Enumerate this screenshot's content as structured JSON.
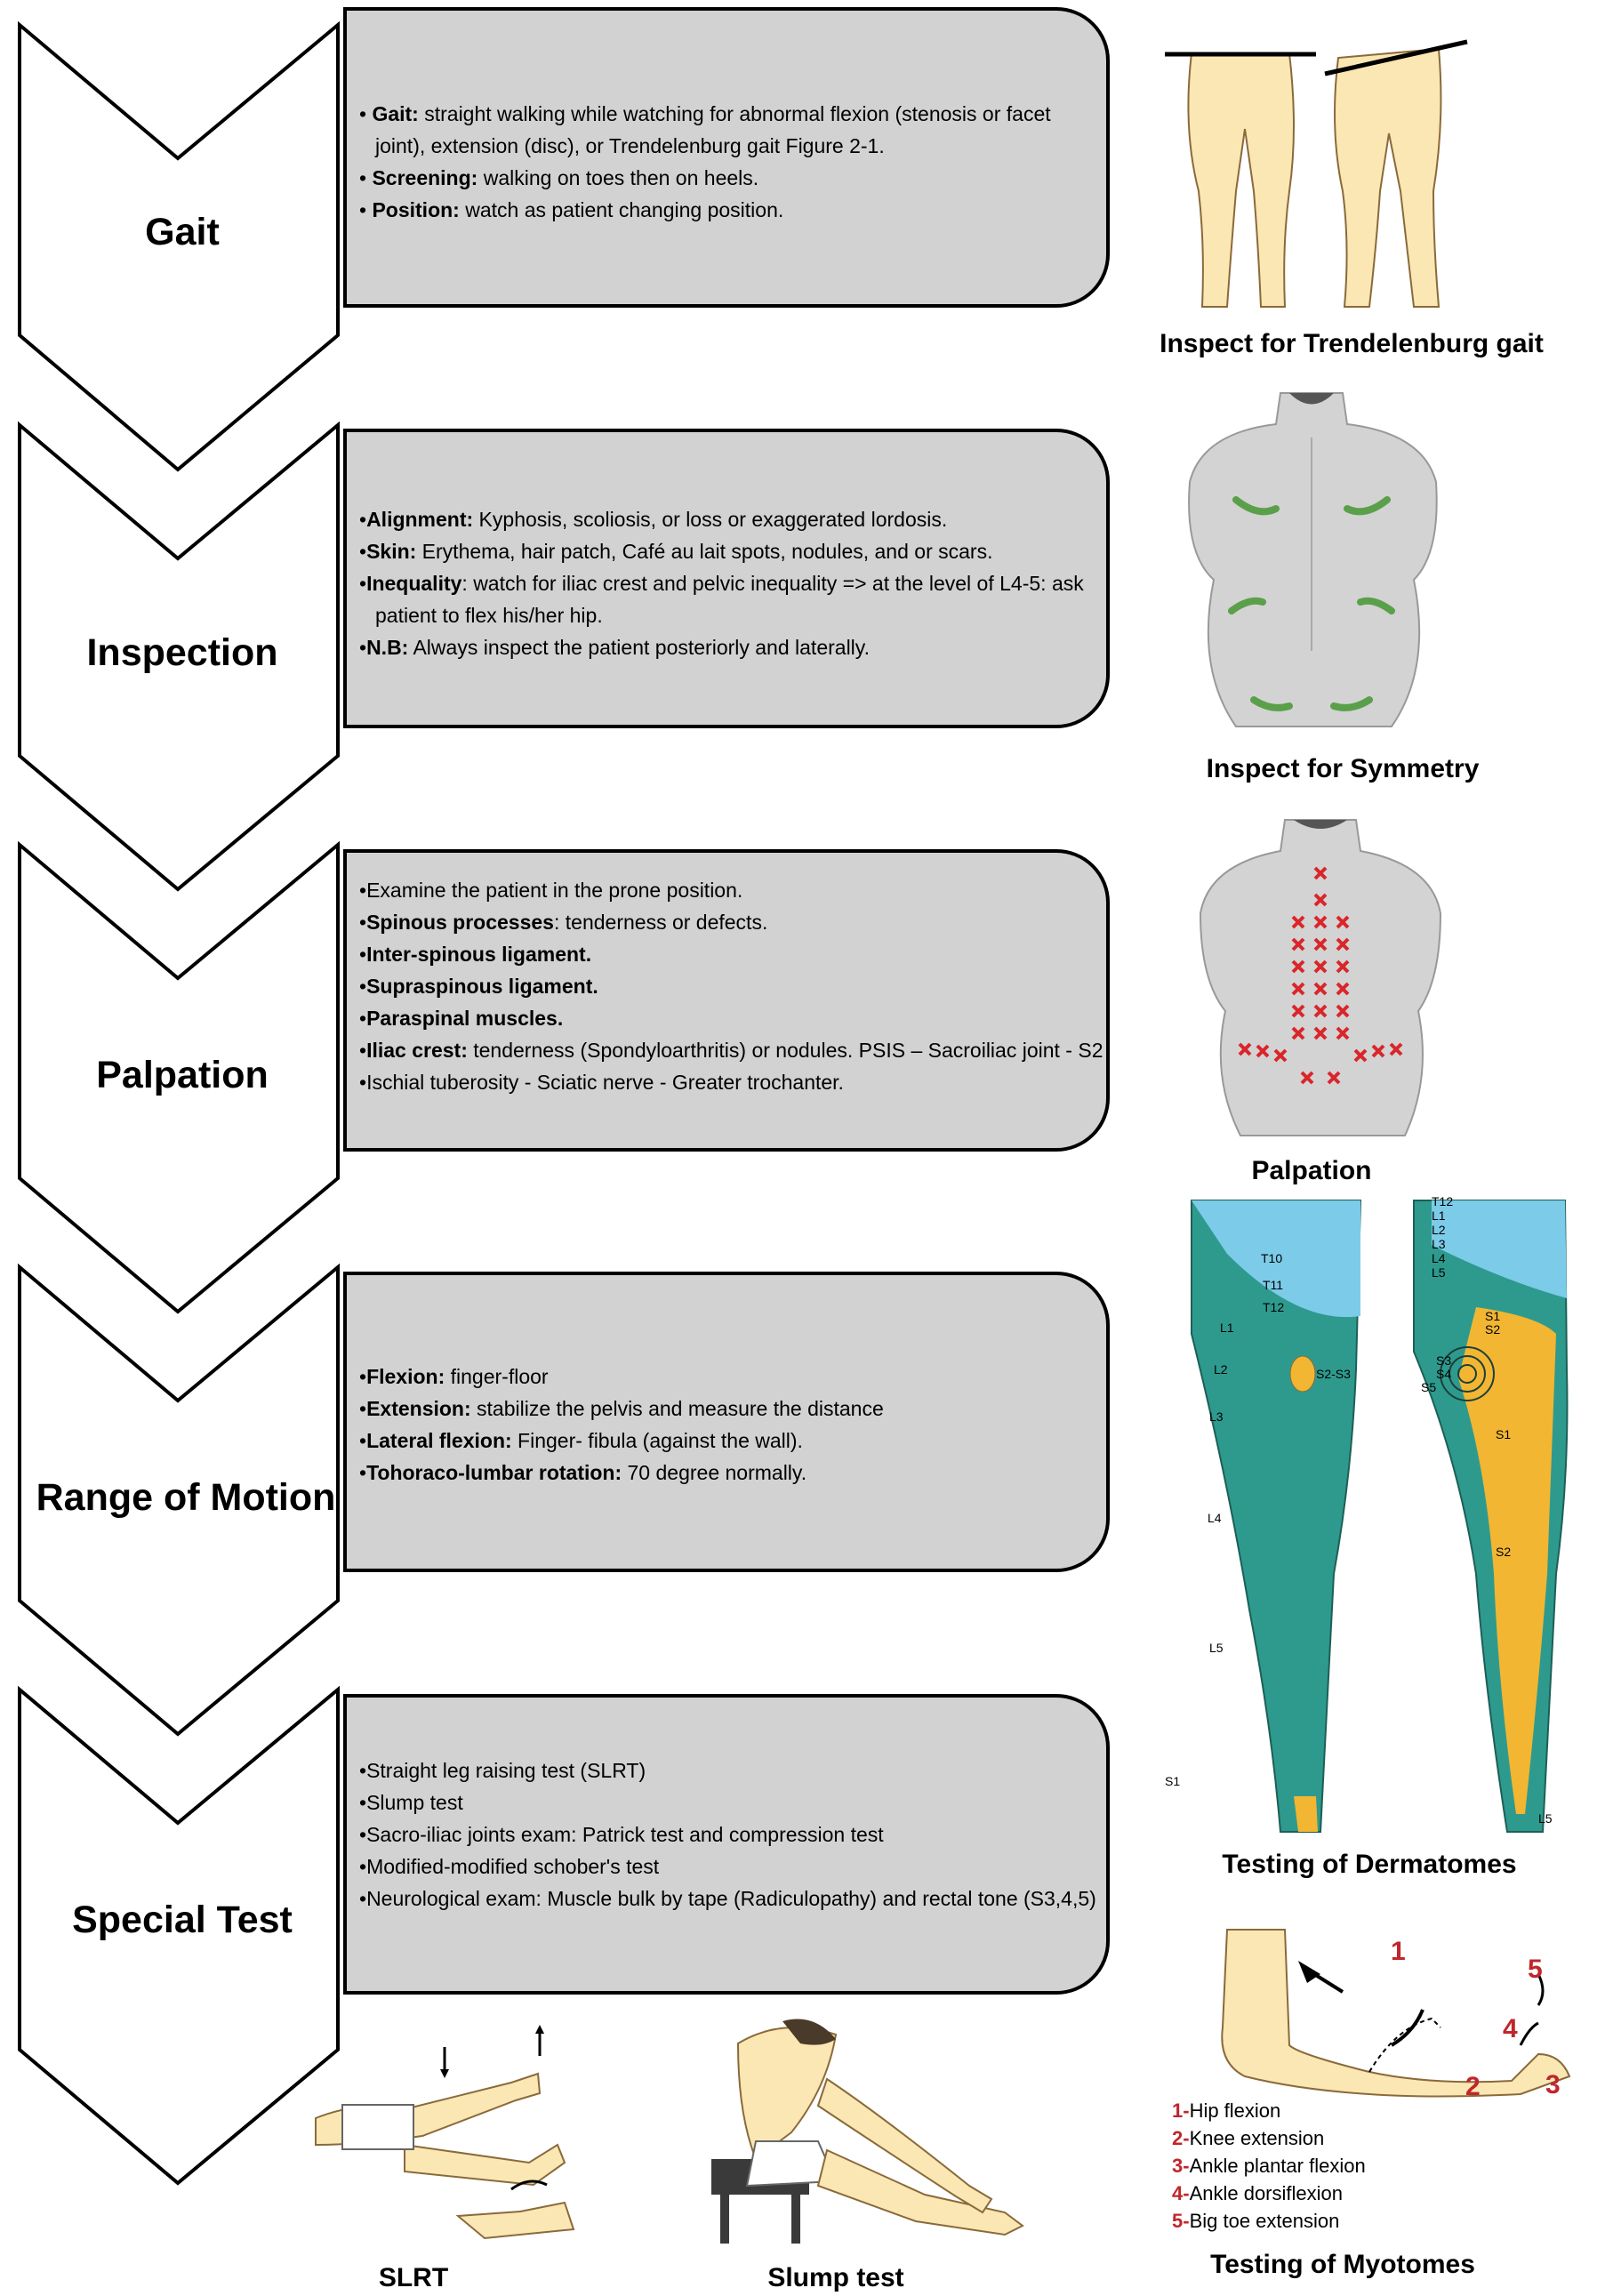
{
  "stages": [
    {
      "title": "Gait",
      "items": [
        {
          "bullet": "• ",
          "label": "Gait:",
          "text": " straight walking while watching for abnormal flexion (stenosis or facet joint), extension (disc), or Trendelenburg gait Figure 2-1."
        },
        {
          "bullet": "• ",
          "label": "Screening:",
          "text": "  walking on toes then on heels."
        },
        {
          "bullet": "• ",
          "label": "Position:",
          "text": " watch as patient changing position."
        }
      ]
    },
    {
      "title": "Inspection",
      "items": [
        {
          "bullet": "•",
          "label": "Alignment:",
          "text": " Kyphosis, scoliosis, or loss or exaggerated lordosis."
        },
        {
          "bullet": "•",
          "label": "Skin:",
          "text": " Erythema, hair patch, Café au lait spots, nodules, and or scars."
        },
        {
          "bullet": "•",
          "label": "Inequality",
          "text": ": watch for iliac crest and pelvic inequality => at the level of L4-5: ask patient to flex his/her hip."
        },
        {
          "bullet": "•",
          "label": "N.B:",
          "text": " Always inspect the patient posteriorly and laterally."
        }
      ]
    },
    {
      "title": "Palpation",
      "items": [
        {
          "bullet": "•",
          "label": "",
          "text": "Examine the patient in the prone position."
        },
        {
          "bullet": "•",
          "label": "Spinous processes",
          "text": ": tenderness or defects."
        },
        {
          "bullet": "•",
          "label": "Inter-spinous ligament.",
          "text": ""
        },
        {
          "bullet": "•",
          "label": "Supraspinous ligament.",
          "text": ""
        },
        {
          "bullet": "•",
          "label": "Paraspinal muscles.",
          "text": ""
        },
        {
          "bullet": "•",
          "label": "Iliac crest:",
          "text": " tenderness (Spondyloarthritis) or nodules. PSIS – Sacroiliac joint - S2"
        },
        {
          "bullet": "•",
          "label": "",
          "text": "Ischial tuberosity - Sciatic nerve - Greater trochanter."
        }
      ]
    },
    {
      "title": "Range of Motion",
      "items": [
        {
          "bullet": "•",
          "label": "Flexion:",
          "text": " finger-floor"
        },
        {
          "bullet": "•",
          "label": "Extension:",
          "text": " stabilize the pelvis and measure the distance"
        },
        {
          "bullet": "•",
          "label": "Lateral flexion:",
          "text": " Finger- fibula (against the wall)."
        },
        {
          "bullet": "•",
          "label": "Tohoraco-lumbar rotation:",
          "text": " 70 degree normally."
        }
      ]
    },
    {
      "title": "Special Test",
      "items": [
        {
          "bullet": "•",
          "label": "",
          "text": "Straight leg raising test (SLRT)"
        },
        {
          "bullet": "•",
          "label": "",
          "text": "Slump test"
        },
        {
          "bullet": "•",
          "label": "",
          "text": "Sacro-iliac joints exam: Patrick test and compression test"
        },
        {
          "bullet": "•",
          "label": "",
          "text": "Modified-modified schober's test"
        },
        {
          "bullet": "•",
          "label": "",
          "text": "Neurological exam: Muscle bulk by tape (Radiculopathy) and rectal tone (S3,4,5)"
        }
      ]
    }
  ],
  "captions": {
    "trendelenburg": "Inspect for Trendelenburg gait",
    "symmetry": "Inspect for Symmetry",
    "palpation": "Palpation",
    "dermatomes": "Testing of Dermatomes",
    "myotomes": "Testing of Myotomes",
    "slrt": "SLRT",
    "slump": "Slump test"
  },
  "dermatome_labels": {
    "front": [
      "T10",
      "T11",
      "T12",
      "L1",
      "L2",
      "L3",
      "L4",
      "L5",
      "S1",
      "S2-S3"
    ],
    "back": [
      "T12",
      "L1",
      "L2",
      "L3",
      "L4",
      "L5",
      "S1",
      "S2",
      "S3",
      "S4",
      "S5",
      "S1",
      "S2",
      "L5"
    ]
  },
  "myotomes": {
    "numbers": [
      "1",
      "2",
      "3",
      "4",
      "5"
    ],
    "legend": [
      {
        "n": "1-",
        "text": "Hip flexion"
      },
      {
        "n": "2-",
        "text": "Knee extension"
      },
      {
        "n": "3-",
        "text": "Ankle plantar flexion"
      },
      {
        "n": "4-",
        "text": "Ankle dorsiflexion"
      },
      {
        "n": "5-",
        "text": "Big toe extension"
      }
    ]
  },
  "colors": {
    "box_fill": "#d2d2d2",
    "dermatome_teal": "#2e9a8e",
    "dermatome_yellow": "#f2b632",
    "dermatome_blue": "#7ccbe9",
    "marker_red": "#d9262b",
    "callout_red": "#c0262b",
    "skin": "#fbe7b4",
    "body_gray": "#cfcfcf"
  }
}
